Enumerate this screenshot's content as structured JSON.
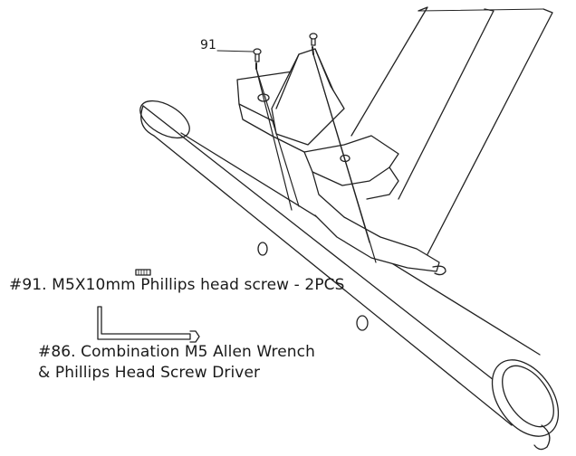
{
  "diagram": {
    "callout_label": "91",
    "part_91_label": "#91. M5X10mm Phillips head screw - 2PCS",
    "part_86_line1": "#86. Combination M5 Allen Wrench",
    "part_86_line2": "& Phillips Head Screw Driver"
  }
}
